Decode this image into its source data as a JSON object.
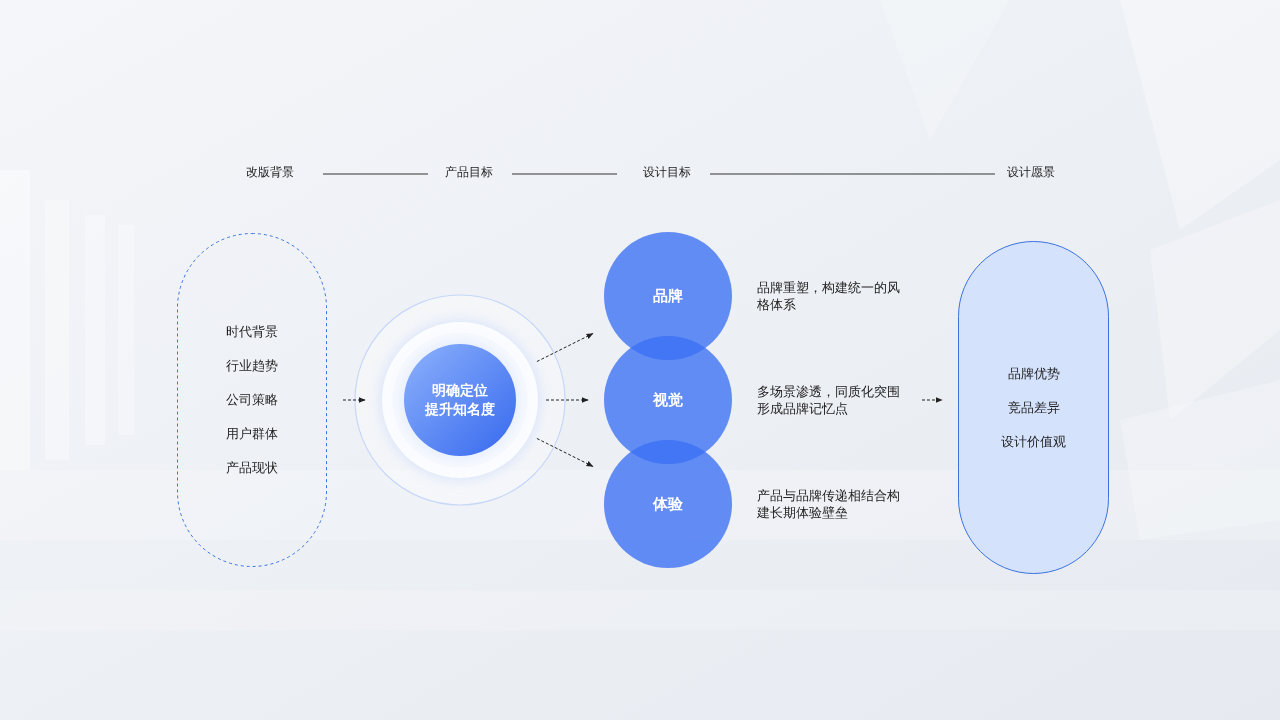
{
  "diagram": {
    "nodes": [
      {
        "text": [
          "时代背景",
          "行业趋势",
          "公司策略",
          "用户群体",
          "产品现状"
        ]
      },
      {
        "text": [
          "明确定位 提升知名度"
        ]
      },
      {
        "text": [
          "品牌",
          "品牌重塑，构建统一的风格体系"
        ]
      },
      {
        "text": [
          "视觉",
          "多场景渗透，同质化突围形成品牌记忆点"
        ]
      },
      {
        "text": [
          "体验",
          "产品与品牌传递相结合构建长期体验壁垒"
        ]
      },
      {
        "text": [
          "品牌优势",
          "竞品差异",
          "设计价值观"
        ]
      }
    ],
    "edges": [
      {
        "from": 0,
        "to": 1,
        "arrow": "to"
      },
      {
        "from": 1,
        "to": 2,
        "arrow": "to"
      },
      {
        "from": 1,
        "to": 3,
        "arrow": "to"
      },
      {
        "from": 1,
        "to": 4,
        "arrow": "to"
      },
      {
        "from": 3,
        "to": 5,
        "arrow": "to"
      }
    ],
    "labels": [
      "改版背景",
      "产品目标",
      "设计目标",
      "设计愿景"
    ]
  }
}
